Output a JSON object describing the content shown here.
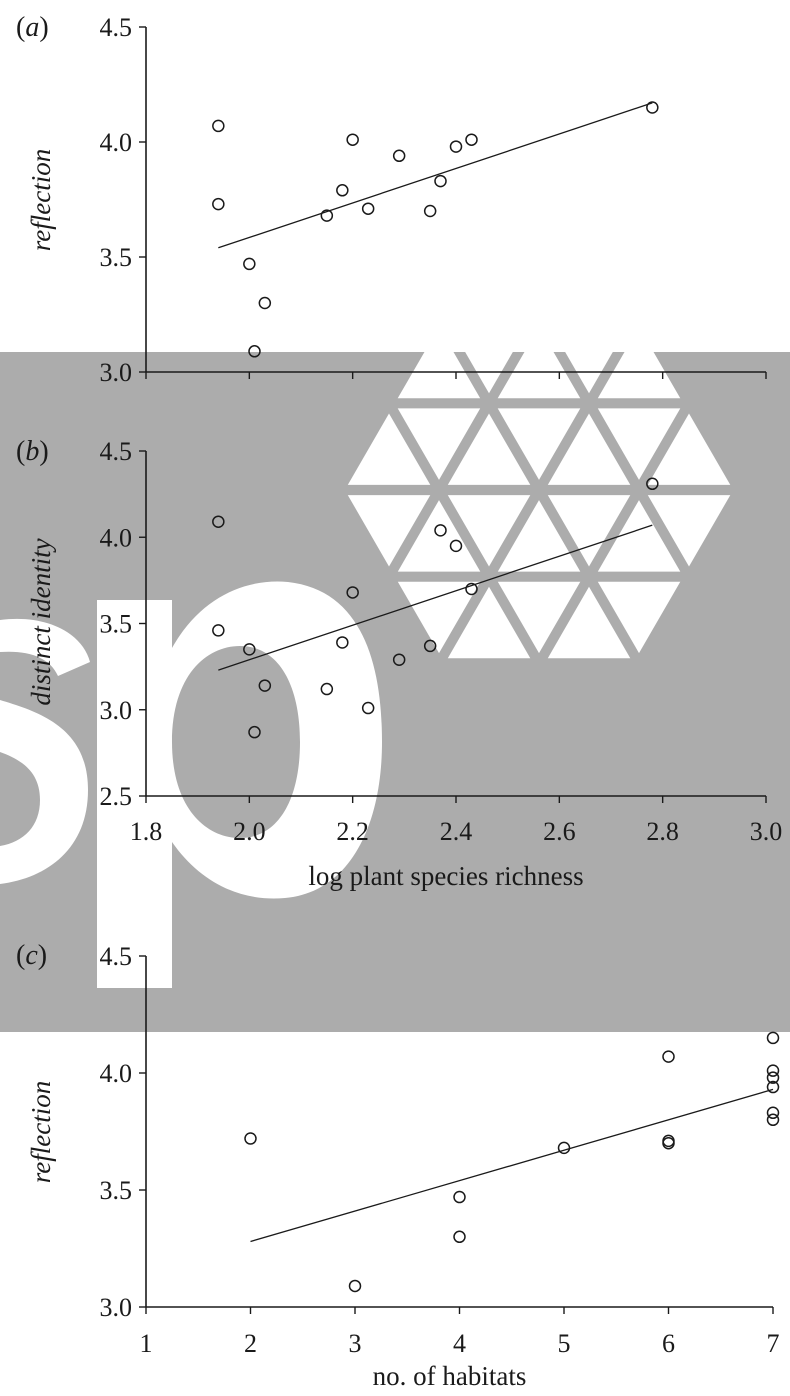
{
  "watermark": {
    "band_color": "#acacac",
    "shape_color": "#ffffff",
    "icon": "triangle-hexagon-logo"
  },
  "chart_data": [
    {
      "type": "scatter",
      "panel": "(a)",
      "title": "",
      "xlabel": "",
      "ylabel": "reflection",
      "xlim": [
        1.8,
        3.0
      ],
      "ylim": [
        3.0,
        4.5
      ],
      "xticks": [],
      "yticks": [
        3.0,
        3.5,
        4.0,
        4.5
      ],
      "ytick_labels": [
        "3.0",
        "3.5",
        "4.0",
        "4.5"
      ],
      "points": [
        {
          "x": 1.94,
          "y": 4.07
        },
        {
          "x": 1.94,
          "y": 3.73
        },
        {
          "x": 2.0,
          "y": 3.47
        },
        {
          "x": 2.01,
          "y": 3.09
        },
        {
          "x": 2.03,
          "y": 3.3
        },
        {
          "x": 2.15,
          "y": 3.68
        },
        {
          "x": 2.18,
          "y": 3.79
        },
        {
          "x": 2.2,
          "y": 4.01
        },
        {
          "x": 2.23,
          "y": 3.71
        },
        {
          "x": 2.29,
          "y": 3.94
        },
        {
          "x": 2.35,
          "y": 3.7
        },
        {
          "x": 2.37,
          "y": 3.83
        },
        {
          "x": 2.4,
          "y": 3.98
        },
        {
          "x": 2.43,
          "y": 4.01
        },
        {
          "x": 2.78,
          "y": 4.15
        }
      ],
      "fit_line": {
        "x": [
          1.94,
          2.78
        ],
        "y": [
          3.54,
          4.17
        ]
      }
    },
    {
      "type": "scatter",
      "panel": "(b)",
      "title": "",
      "xlabel": "log plant species richness",
      "ylabel": "distinct identity",
      "xlim": [
        1.8,
        3.0
      ],
      "ylim": [
        2.5,
        4.5
      ],
      "xticks": [
        1.8,
        2.0,
        2.2,
        2.4,
        2.6,
        2.8,
        3.0
      ],
      "xtick_labels": [
        "1.8",
        "2.0",
        "2.2",
        "2.4",
        "2.6",
        "2.8",
        "3.0"
      ],
      "yticks": [
        2.5,
        3.0,
        3.5,
        4.0,
        4.5
      ],
      "ytick_labels": [
        "2.5",
        "3.0",
        "3.5",
        "4.0",
        "4.5"
      ],
      "points": [
        {
          "x": 1.94,
          "y": 4.09
        },
        {
          "x": 1.94,
          "y": 3.46
        },
        {
          "x": 2.0,
          "y": 3.35
        },
        {
          "x": 2.01,
          "y": 2.87
        },
        {
          "x": 2.03,
          "y": 3.14
        },
        {
          "x": 2.15,
          "y": 3.12
        },
        {
          "x": 2.18,
          "y": 3.39
        },
        {
          "x": 2.2,
          "y": 3.68
        },
        {
          "x": 2.23,
          "y": 3.01
        },
        {
          "x": 2.29,
          "y": 3.29
        },
        {
          "x": 2.35,
          "y": 3.37
        },
        {
          "x": 2.37,
          "y": 4.04
        },
        {
          "x": 2.4,
          "y": 3.95
        },
        {
          "x": 2.43,
          "y": 3.7
        },
        {
          "x": 2.78,
          "y": 4.31
        }
      ],
      "fit_line": {
        "x": [
          1.94,
          2.78
        ],
        "y": [
          3.23,
          4.07
        ]
      }
    },
    {
      "type": "scatter",
      "panel": "(c)",
      "title": "",
      "xlabel": "no. of habitats",
      "ylabel": "reflection",
      "xlim": [
        1,
        7
      ],
      "ylim": [
        3.0,
        4.5
      ],
      "xticks": [
        1,
        2,
        3,
        4,
        5,
        6,
        7
      ],
      "xtick_labels": [
        "1",
        "2",
        "3",
        "4",
        "5",
        "6",
        "7"
      ],
      "yticks": [
        3.0,
        3.5,
        4.0,
        4.5
      ],
      "ytick_labels": [
        "3.0",
        "3.5",
        "4.0",
        "4.5"
      ],
      "points": [
        {
          "x": 2,
          "y": 3.72
        },
        {
          "x": 3,
          "y": 3.09
        },
        {
          "x": 4,
          "y": 3.47
        },
        {
          "x": 4,
          "y": 3.3
        },
        {
          "x": 5,
          "y": 3.68
        },
        {
          "x": 6,
          "y": 4.07
        },
        {
          "x": 6,
          "y": 3.7
        },
        {
          "x": 6,
          "y": 3.71
        },
        {
          "x": 7,
          "y": 4.15
        },
        {
          "x": 7,
          "y": 4.01
        },
        {
          "x": 7,
          "y": 3.98
        },
        {
          "x": 7,
          "y": 3.94
        },
        {
          "x": 7,
          "y": 3.83
        },
        {
          "x": 7,
          "y": 3.8
        }
      ],
      "fit_line": {
        "x": [
          2,
          7
        ],
        "y": [
          3.28,
          3.93
        ]
      }
    }
  ]
}
